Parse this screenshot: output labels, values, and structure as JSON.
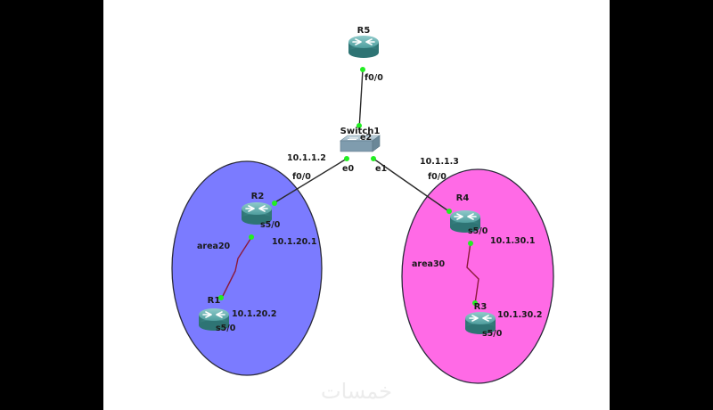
{
  "diagram": {
    "title": "",
    "areas": [
      {
        "id": "area20",
        "label": "area20",
        "color": "#7b7bff"
      },
      {
        "id": "area30",
        "label": "area30",
        "color": "#ff6ae6"
      }
    ],
    "nodes": [
      {
        "id": "R5",
        "label": "R5",
        "type": "router"
      },
      {
        "id": "Switch1",
        "label": "Switch1",
        "type": "switch"
      },
      {
        "id": "R2",
        "label": "R2",
        "type": "router"
      },
      {
        "id": "R1",
        "label": "R1",
        "type": "router"
      },
      {
        "id": "R4",
        "label": "R4",
        "type": "router"
      },
      {
        "id": "R3",
        "label": "R3",
        "type": "router"
      }
    ],
    "links": [
      {
        "from": "R5",
        "to": "Switch1",
        "kind": "ethernet",
        "from_if": "f0/0",
        "to_if": "e2"
      },
      {
        "from": "Switch1",
        "to": "R2",
        "kind": "ethernet",
        "from_if": "e0",
        "to_if": "f0/0",
        "to_ip": "10.1.1.2"
      },
      {
        "from": "Switch1",
        "to": "R4",
        "kind": "ethernet",
        "from_if": "e1",
        "to_if": "f0/0",
        "to_ip": "10.1.1.3"
      },
      {
        "from": "R2",
        "to": "R1",
        "kind": "serial",
        "from_if": "s5/0",
        "to_if": "s5/0",
        "from_ip": "10.1.20.1",
        "to_ip": "10.1.20.2"
      },
      {
        "from": "R4",
        "to": "R3",
        "kind": "serial",
        "from_if": "s5/0",
        "to_if": "s5/0",
        "from_ip": "10.1.30.1",
        "to_ip": "10.1.30.2"
      }
    ],
    "labels": {
      "r5_if": "f0/0",
      "sw_e2": "e2",
      "sw_e0": "e0",
      "sw_e1": "e1",
      "r2_ip_lan": "10.1.1.2",
      "r2_if_lan": "f0/0",
      "r4_ip_lan": "10.1.1.3",
      "r4_if_lan": "f0/0",
      "r2_if_serial": "s5/0",
      "r2_ip_serial": "10.1.20.1",
      "r1_ip_serial": "10.1.20.2",
      "r1_if_serial": "s5/0",
      "r4_if_serial": "s5/0",
      "r4_ip_serial": "10.1.30.1",
      "r3_ip_serial": "10.1.30.2",
      "r3_if_serial": "s5/0"
    },
    "colors": {
      "canvas": "#ffffff",
      "letterbox": "#000000",
      "ethernet_link": "#2a2a2a",
      "serial_link": "#8b1a3a",
      "port_dot": "#22ee22",
      "router_body": "#3f8c8c",
      "router_top": "#6cb3b3"
    }
  },
  "watermark": {
    "text": "خمسات"
  }
}
